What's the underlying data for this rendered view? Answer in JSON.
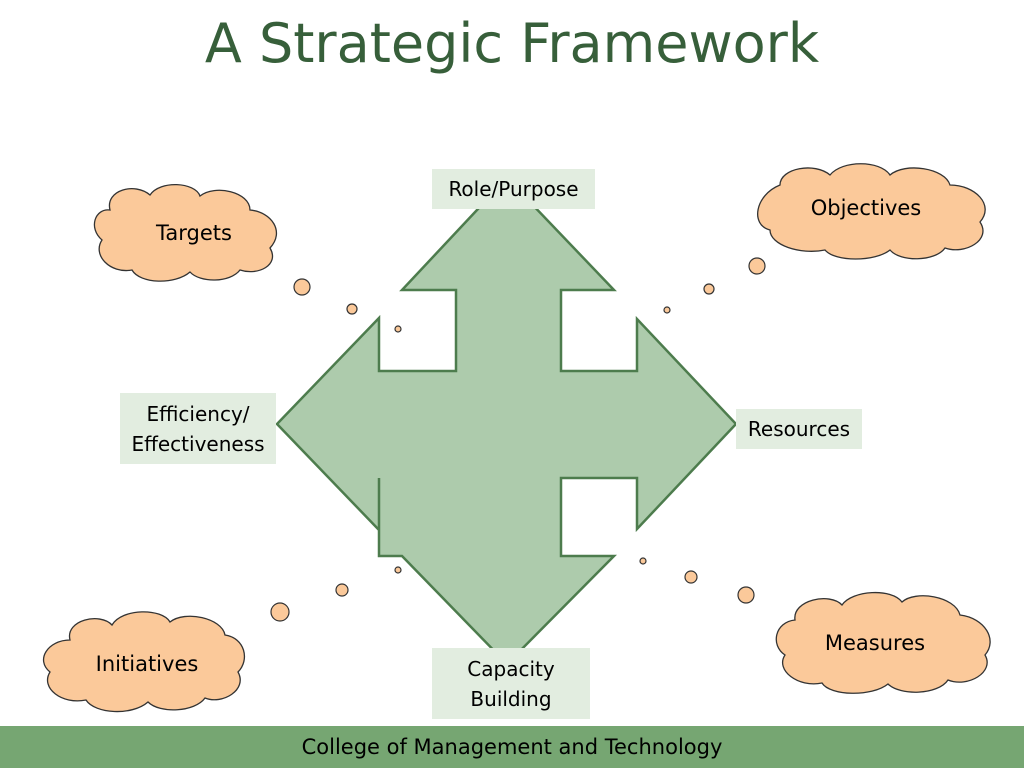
{
  "title": "A Strategic Framework",
  "arrow_labels": {
    "top": "Role/Purpose",
    "left_line1": "Efficiency/",
    "left_line2": "Effectiveness",
    "right": "Resources",
    "bottom_line1": "Capacity",
    "bottom_line2": "Building"
  },
  "clouds": {
    "top_left": "Targets",
    "top_right": "Objectives",
    "bottom_left": "Initiatives",
    "bottom_right": "Measures"
  },
  "footer": "College of Management and Technology",
  "colors": {
    "title": "#375f3a",
    "arrow_fill": "#adcbac",
    "arrow_stroke": "#4d7c4d",
    "label_bg": "#e2ede0",
    "cloud_fill": "#fbc99a",
    "cloud_stroke": "#333333",
    "footer_bg": "#76a672"
  }
}
